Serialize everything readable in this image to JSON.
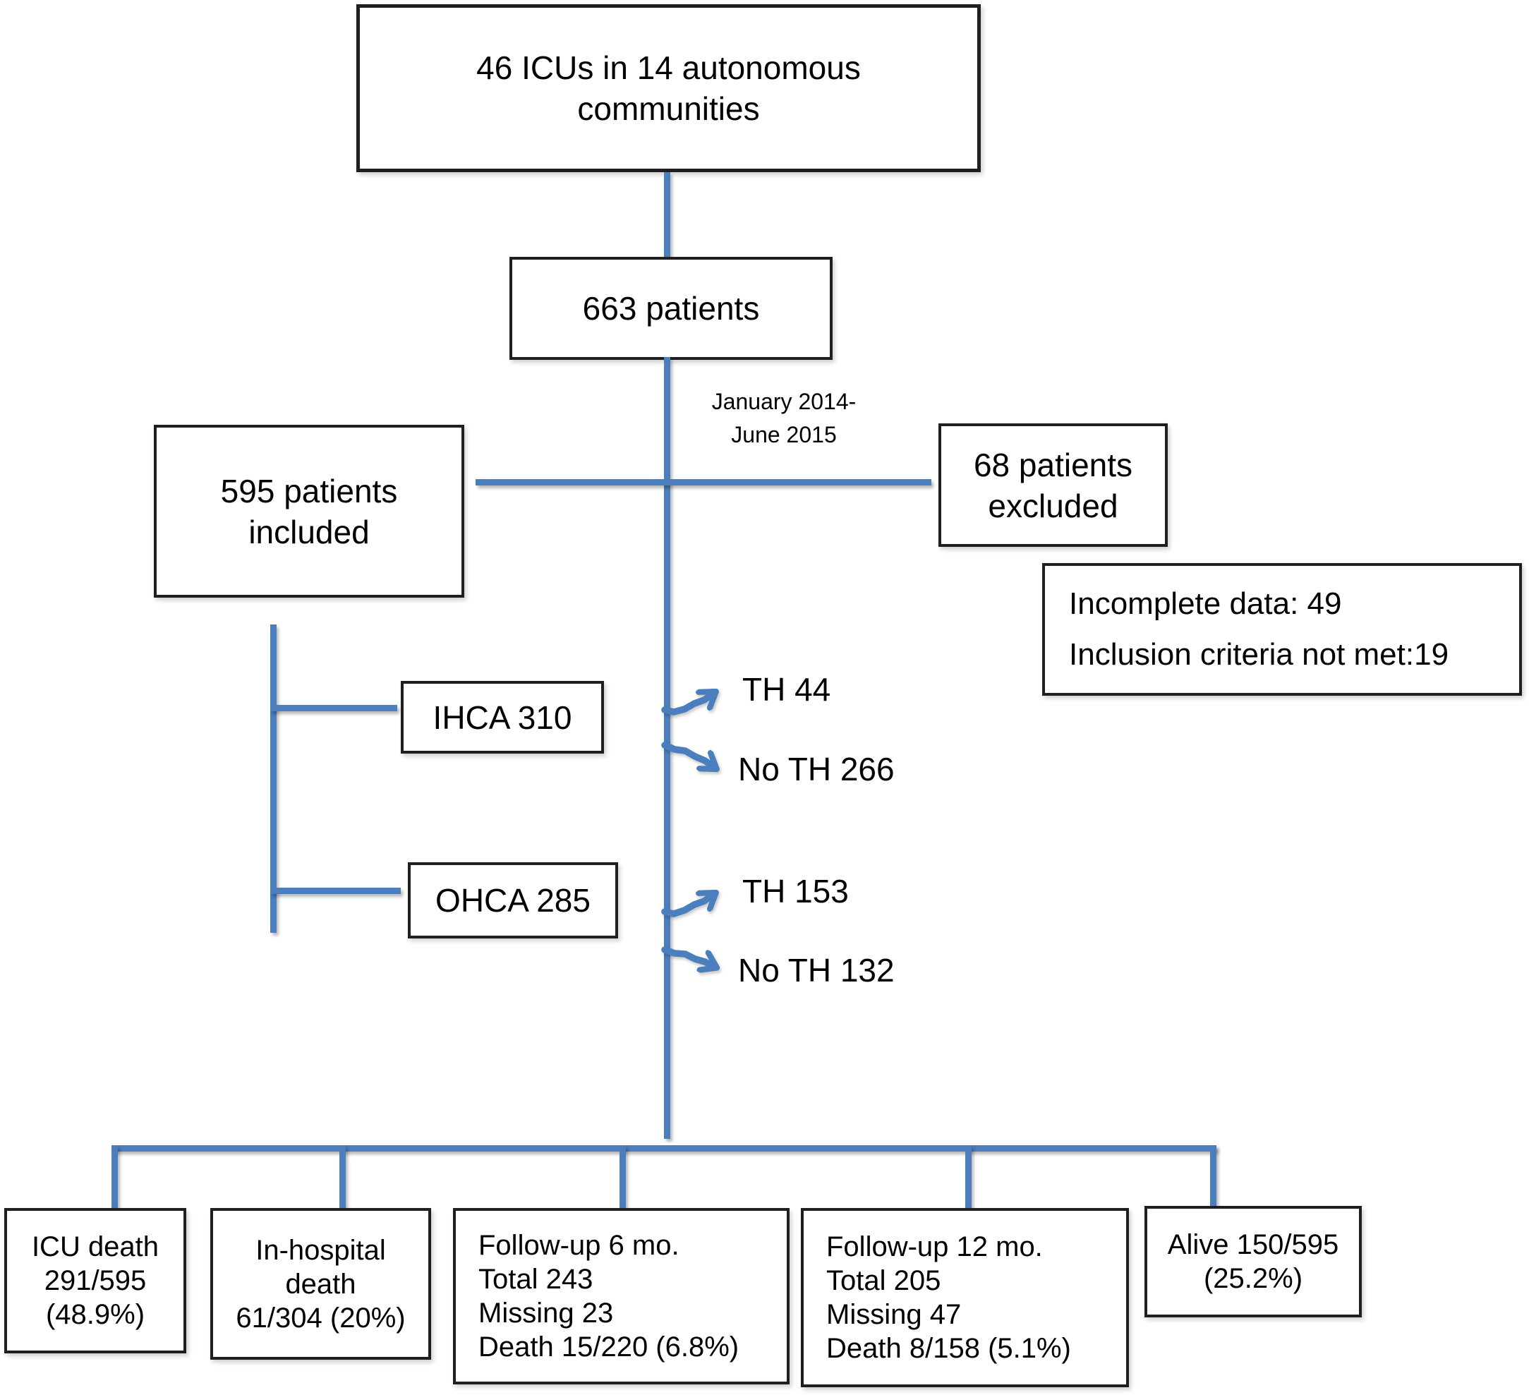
{
  "colors": {
    "line_blue": "#4a7ebd",
    "box_border": "#1f1f1f"
  },
  "top_box": {
    "line1": "46 ICUs in 14 autonomous",
    "line2": "communities"
  },
  "patients_box": {
    "label": "663 patients"
  },
  "period_label": {
    "line1": "January 2014-",
    "line2": "June 2015"
  },
  "included_box": {
    "line1": "595 patients",
    "line2": "included"
  },
  "excluded_box": {
    "line1": "68 patients",
    "line2": "excluded"
  },
  "exclusion_reasons_box": {
    "line1": "Incomplete data: 49",
    "line2": "Inclusion criteria not met:19"
  },
  "ihca_box": {
    "label": "IHCA 310"
  },
  "ohca_box": {
    "label": "OHCA 285"
  },
  "ihca_split": {
    "th": "TH 44",
    "no_th": "No TH 266"
  },
  "ohca_split": {
    "th": "TH 153",
    "no_th": "No TH 132"
  },
  "outcome_boxes": [
    {
      "lines": [
        "ICU death",
        "291/595",
        "(48.9%)"
      ]
    },
    {
      "lines": [
        "In-hospital",
        "death",
        "61/304 (20%)"
      ]
    },
    {
      "lines": [
        "Follow-up 6 mo.",
        "Total 243",
        "Missing 23",
        "Death 15/220 (6.8%)"
      ]
    },
    {
      "lines": [
        "Follow-up 12 mo.",
        "Total 205",
        "Missing 47",
        "Death 8/158 (5.1%)"
      ]
    },
    {
      "lines": [
        "Alive 150/595",
        "(25.2%)"
      ]
    }
  ]
}
